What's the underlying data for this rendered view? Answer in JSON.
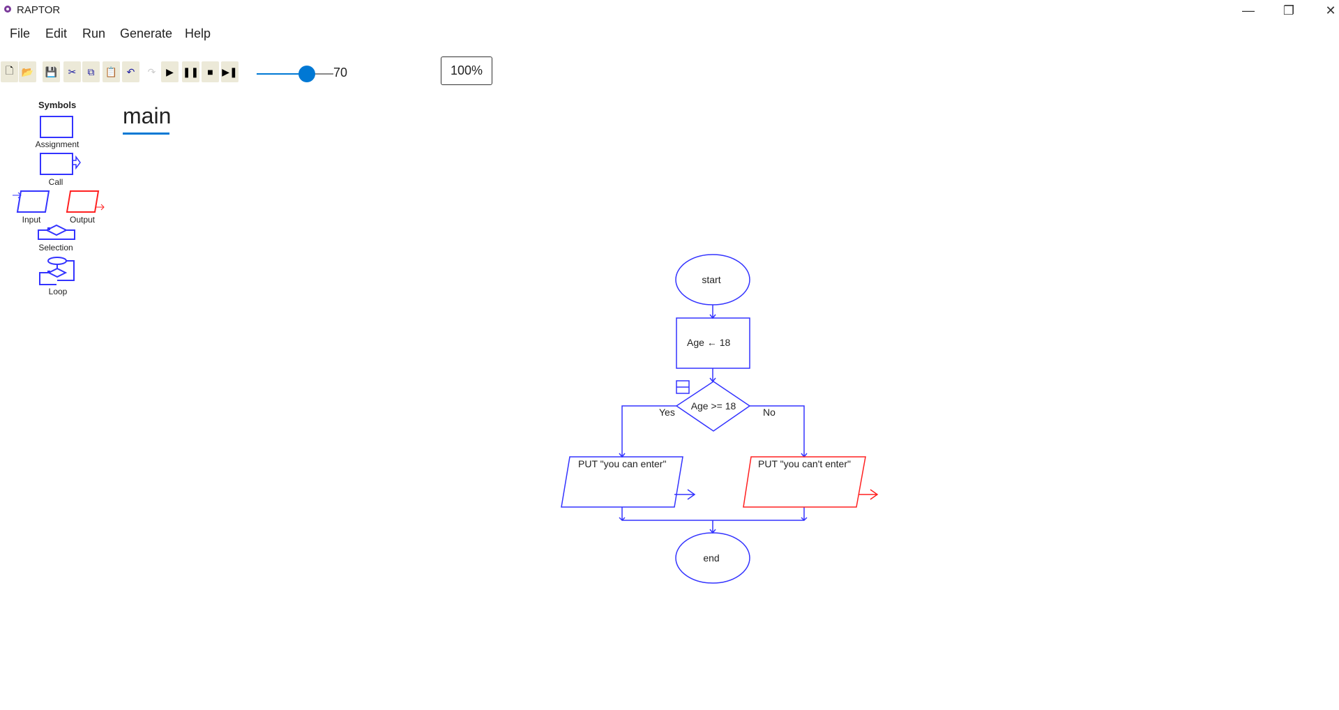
{
  "window": {
    "title": "RAPTOR",
    "minimize": "—",
    "restore": "❐",
    "close": "✕"
  },
  "menu": [
    "File",
    "Edit",
    "Run",
    "Generate",
    "Help"
  ],
  "toolbar": {
    "icons": [
      "new-icon",
      "open-icon",
      "save-icon",
      "cut-icon",
      "copy-icon",
      "paste-icon",
      "undo-icon",
      "redo-icon",
      "run-icon",
      "pause-icon",
      "stop-icon",
      "step-icon"
    ],
    "glyphs": [
      "🗋",
      "📂",
      "💾",
      "✂",
      "⧉",
      "📋",
      "↶",
      "↷",
      "▶",
      "❚❚",
      "■",
      "▶❚"
    ],
    "speed_value": "70",
    "speed_fraction": 0.7,
    "zoom": "100%"
  },
  "symbols": {
    "title": "Symbols",
    "assignment": "Assignment",
    "call": "Call",
    "input": "Input",
    "output": "Output",
    "selection": "Selection",
    "loop": "Loop"
  },
  "tab": "main",
  "flow": {
    "start": "start",
    "assign": "Age ← 18",
    "cond": "Age >= 18",
    "yes": "Yes",
    "no": "No",
    "out_yes": "PUT \"you can enter\"",
    "out_no": "PUT \"you can't enter\"",
    "end": "end"
  },
  "colors": {
    "flow": "#3333ff",
    "output": "#ff2020",
    "accent": "#0078d4"
  }
}
